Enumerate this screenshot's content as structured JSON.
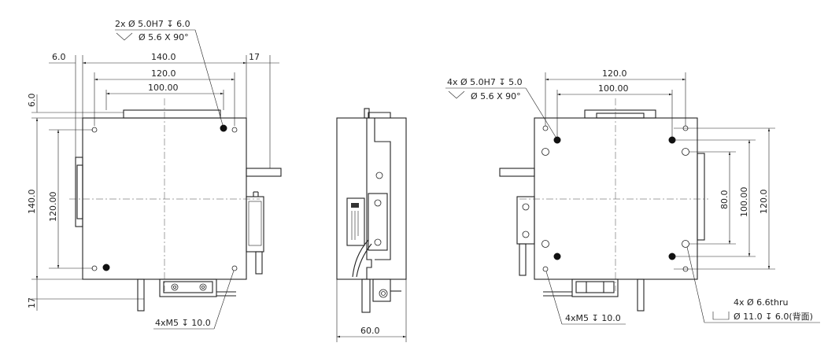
{
  "front": {
    "hole_callout_line1": "2x Ø 5.0H7 ↧ 6.0",
    "hole_callout_line2": "Ø 5.6 X 90°",
    "dim_left_offset": "6.0",
    "dim_width_outer": "140.0",
    "dim_width_mid": "120.0",
    "dim_width_inner": "100.00",
    "dim_right_offset": "17",
    "dim_top_offset": "6.0",
    "dim_height_outer": "140.0",
    "dim_height_inner": "120.00",
    "dim_bottom_offset": "17",
    "thread_callout": "4xM5 ↧ 10.0"
  },
  "side": {
    "dim_depth": "60.0"
  },
  "back": {
    "hole_callout_line1": "4x Ø 5.0H7 ↧ 5.0",
    "hole_callout_line2": "Ø 5.6 X 90°",
    "dim_width_outer": "120.0",
    "dim_width_inner": "100.00",
    "dim_h_80": "80.0",
    "dim_h_100": "100.00",
    "dim_h_120": "120.0",
    "thread_callout": "4xM5 ↧ 10.0",
    "thru_callout_line1": "4x Ø 6.6thru",
    "thru_callout_line2": "Ø 11.0 ↧ 6.0(背面)"
  }
}
